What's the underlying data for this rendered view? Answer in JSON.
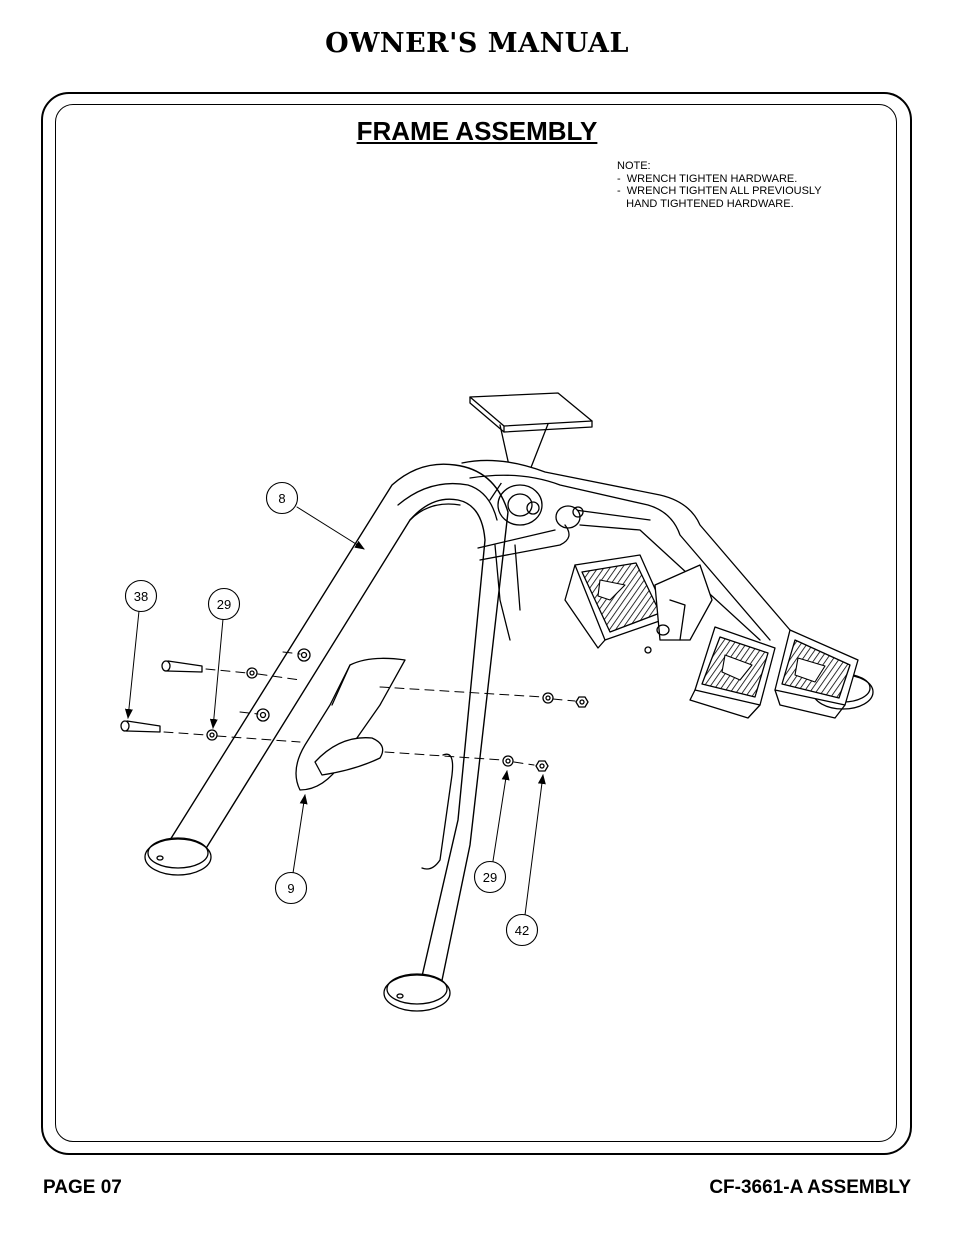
{
  "header": {
    "title": "OWNER'S MANUAL"
  },
  "section": {
    "title": "FRAME ASSEMBLY"
  },
  "note": {
    "label": "NOTE:",
    "lines": [
      "-  WRENCH TIGHTEN HARDWARE.",
      "-  WRENCH TIGHTEN ALL PREVIOUSLY",
      "   HAND TIGHTENED HARDWARE."
    ]
  },
  "callouts": {
    "part_8": "8",
    "part_38": "38",
    "part_29_upper": "29",
    "part_29_lower": "29",
    "part_9": "9",
    "part_42": "42"
  },
  "footer": {
    "page": "PAGE 07",
    "model": "CF-3661-A ASSEMBLY"
  }
}
